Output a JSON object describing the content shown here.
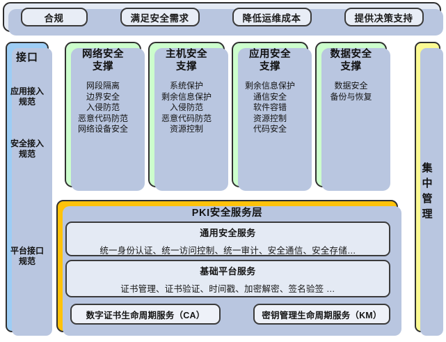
{
  "goals_bar": {
    "chips": [
      {
        "label": "合规"
      },
      {
        "label": "满足安全需求"
      },
      {
        "label": "降低运维成本"
      },
      {
        "label": "提供决策支持"
      }
    ]
  },
  "interface_column": {
    "title": "接口",
    "labels": [
      "应用接入\n规范",
      "安全接入\n规范",
      "平台接口\n规范"
    ],
    "label_0_line_1": "应用接入",
    "label_0_line_2": "规范",
    "label_1_line_1": "安全接入",
    "label_1_line_2": "规范",
    "label_2_line_1": "平台接口",
    "label_2_line_2": "规范",
    "color": "#9DCDF5"
  },
  "pillars": [
    {
      "title_line_1": "网络安全",
      "title_line_2": "支撑",
      "items": [
        "网段隔离",
        "边界安全",
        "入侵防范",
        "恶意代码防范",
        "网络设备安全"
      ]
    },
    {
      "title_line_1": "主机安全",
      "title_line_2": "支撑",
      "items": [
        "系统保护",
        "剩余信息保护",
        "入侵防范",
        "恶意代码防范",
        "资源控制"
      ]
    },
    {
      "title_line_1": "应用安全",
      "title_line_2": "支撑",
      "items": [
        "剩余信息保护",
        "通信安全",
        "软件容错",
        "资源控制",
        "代码安全"
      ]
    },
    {
      "title_line_1": "数据安全",
      "title_line_2": "支撑",
      "items": [
        "数据安全",
        "备份与恢复"
      ]
    }
  ],
  "pillar_color": "#CCFECC",
  "central_management": {
    "char_1": "集",
    "char_2": "中",
    "char_3": "管",
    "char_4": "理",
    "color": "#FBFA93"
  },
  "pki_layer": {
    "title": "PKI安全服务层",
    "color": "#FFC20A",
    "general_service": {
      "title": "通用安全服务",
      "body": "统一身份认证、统一访问控制、统一审计、安全通信、安全存储…"
    },
    "platform_service": {
      "title": "基础平台服务",
      "body": "证书管理、证书验证、时间戳、加密解密、签名验签 …"
    },
    "lifecycle_chips": [
      {
        "label": "数字证书生命周期服务（CA）"
      },
      {
        "label": "密钥管理生命周期服务（KM）"
      }
    ]
  }
}
